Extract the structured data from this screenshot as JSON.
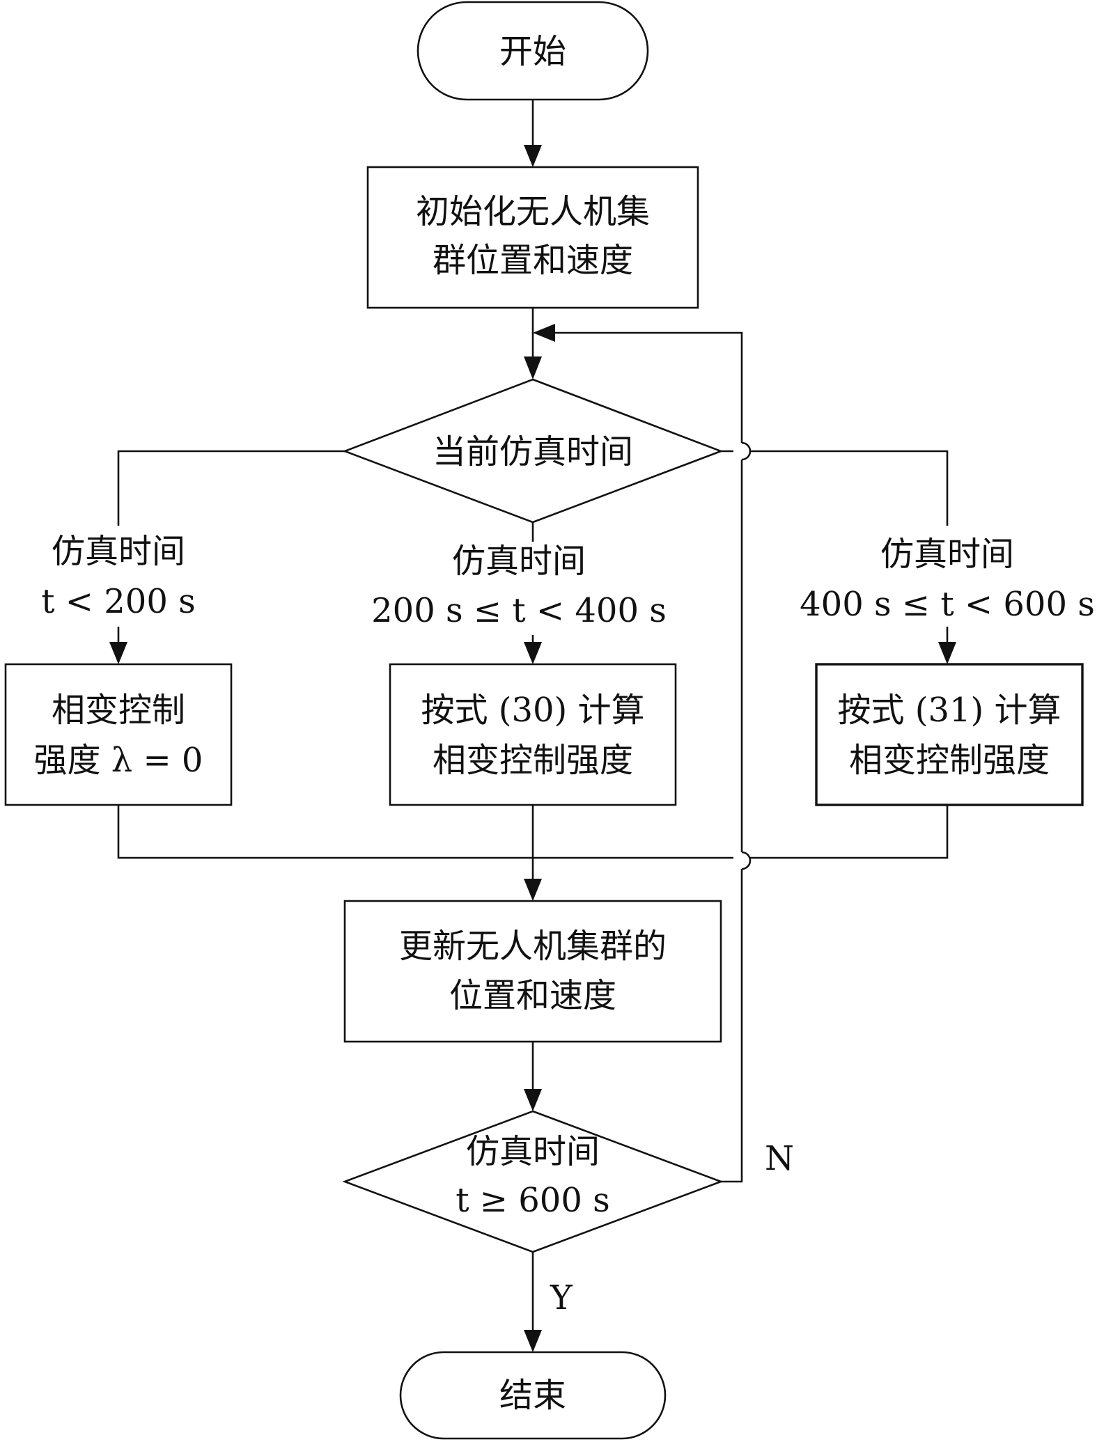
{
  "flowchart": {
    "start": {
      "label": "开始"
    },
    "init": {
      "lines": [
        "初始化无人机集",
        "群位置和速度"
      ]
    },
    "decision_time": {
      "label": "当前仿真时间"
    },
    "branch_left": {
      "condition": [
        "仿真时间",
        "t < 200 s"
      ],
      "box": [
        "相变控制",
        "强度 λ = 0"
      ]
    },
    "branch_middle": {
      "condition": [
        "仿真时间",
        "200 s ≤ t < 400 s"
      ],
      "box": [
        "按式 (30) 计算",
        "相变控制强度"
      ]
    },
    "branch_right": {
      "condition": [
        "仿真时间",
        "400 s ≤ t < 600 s"
      ],
      "box": [
        "按式 (31) 计算",
        "相变控制强度"
      ]
    },
    "update": {
      "lines": [
        "更新无人机集群的",
        "位置和速度"
      ]
    },
    "decision_end": {
      "lines": [
        "仿真时间",
        "t ≥ 600 s"
      ]
    },
    "no_label": "N",
    "yes_label": "Y",
    "end": {
      "label": "结束"
    }
  }
}
